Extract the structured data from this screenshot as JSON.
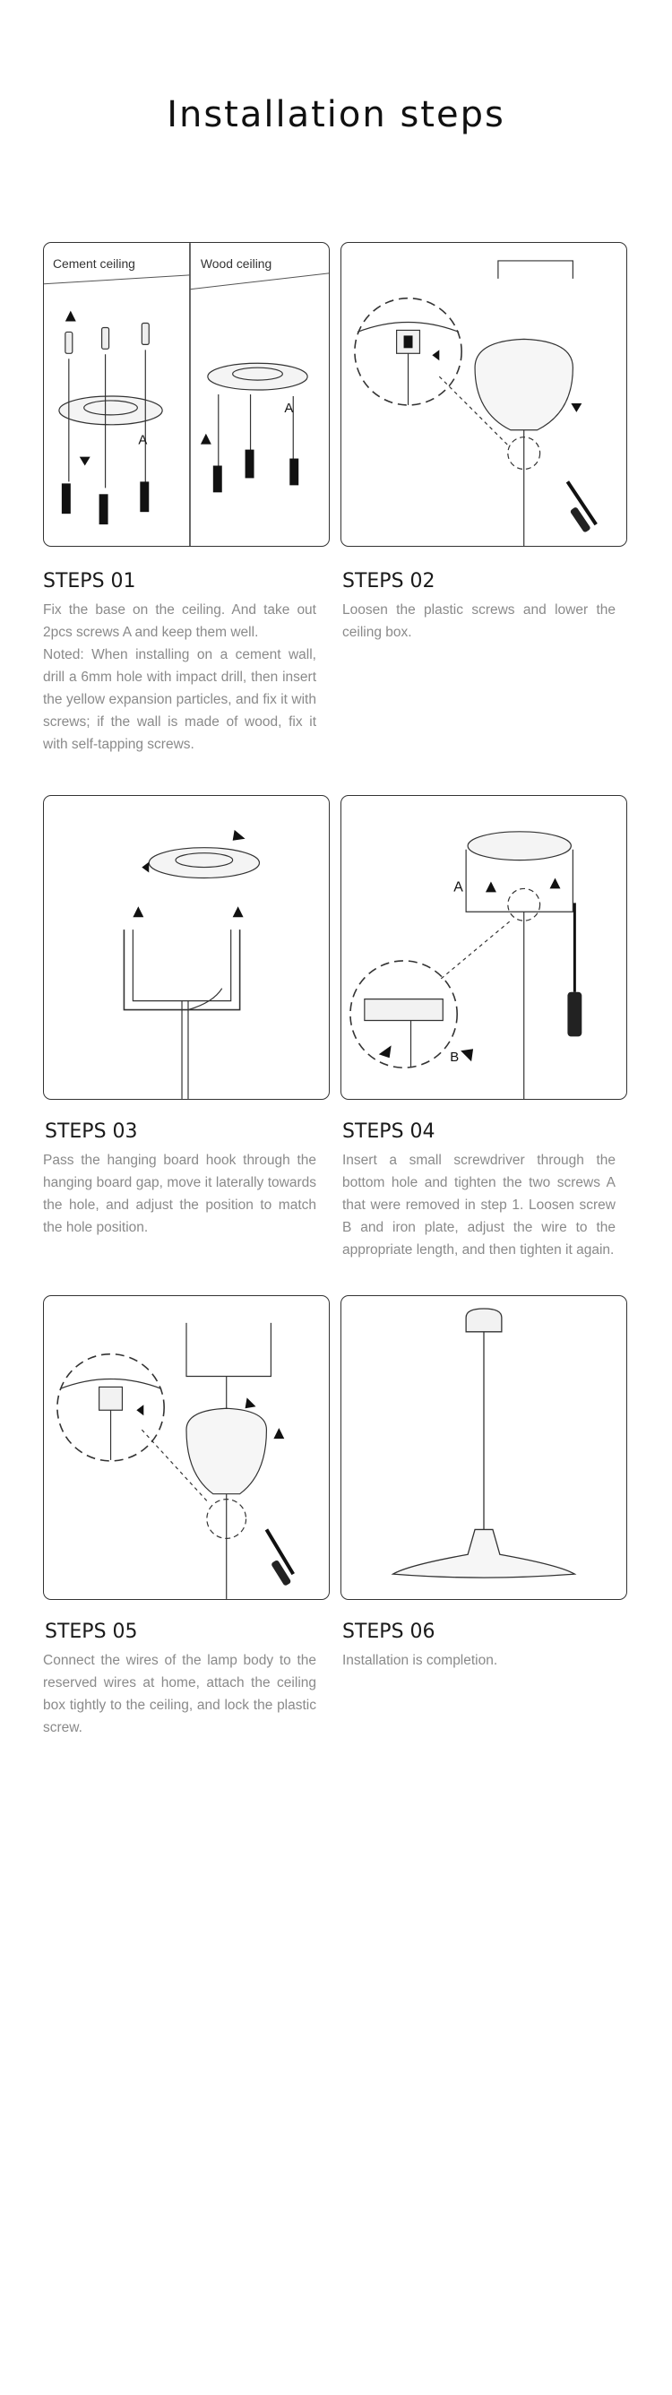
{
  "page": {
    "title": "Installation steps"
  },
  "steps": [
    {
      "heading": "STEPS 01",
      "labels": {
        "cement": "Cement ceiling",
        "wood": "Wood ceiling",
        "a": "A"
      },
      "text": [
        "Fix the base on the ceiling. And take out 2pcs screws A and keep them well.",
        "Noted: When installing on a cement wall, drill a 6mm hole with impact drill, then insert the yellow expansion particles, and fix it with screws; if the wall is made of wood, fix it with self-tapping screws."
      ]
    },
    {
      "heading": "STEPS 02",
      "text": [
        "Loosen the plastic screws and lower the ceiling box."
      ]
    },
    {
      "heading": "STEPS 03",
      "text": [
        "Pass the hanging board hook through the hanging board gap, move it laterally towards the hole, and adjust the position to match the hole position."
      ]
    },
    {
      "heading": "STEPS 04",
      "labels": {
        "a": "A",
        "b": "B"
      },
      "text": [
        "Insert a small screwdriver through the bottom hole and tighten the two screws A that were removed in step 1. Loosen screw B and iron plate, adjust the wire to the appropriate length, and then tighten it again."
      ]
    },
    {
      "heading": "STEPS 05",
      "text": [
        "Connect the wires of the lamp body to the reserved wires at home, attach the ceiling box tightly to the ceiling, and lock the plastic screw."
      ]
    },
    {
      "heading": "STEPS 06",
      "text": [
        "Installation is completion."
      ]
    }
  ]
}
